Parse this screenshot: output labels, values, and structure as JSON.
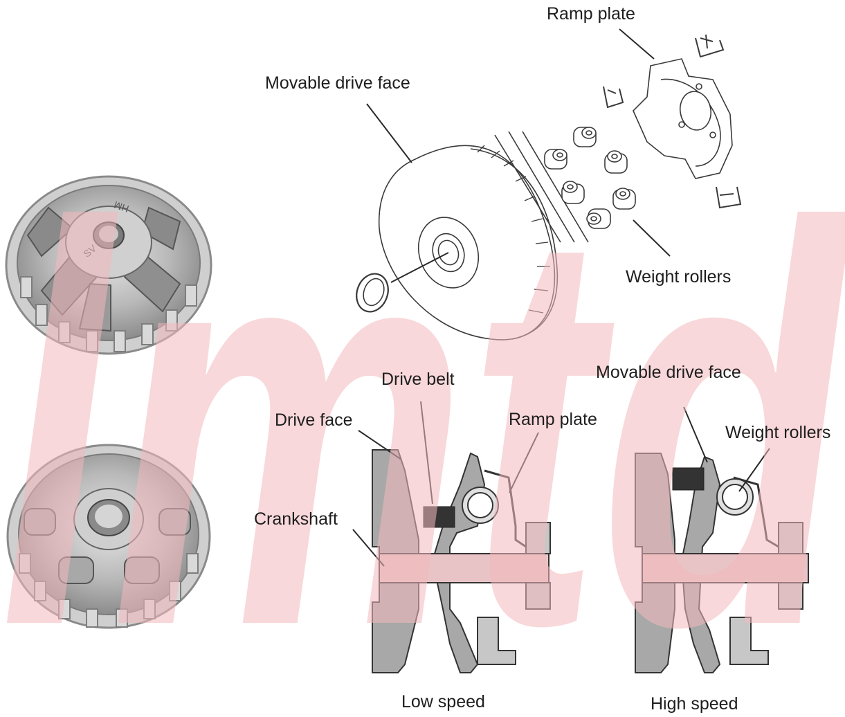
{
  "labels": {
    "ramp_plate_top": "Ramp plate",
    "movable_drive_face_top": "Movable drive face",
    "weight_rollers_top": "Weight rollers",
    "drive_belt": "Drive belt",
    "movable_drive_face_bottom": "Movable drive face",
    "drive_face": "Drive face",
    "ramp_plate_bottom": "Ramp plate",
    "weight_rollers_bottom": "Weight rollers",
    "crankshaft": "Crankshaft",
    "low_speed": "Low speed",
    "high_speed": "High speed"
  },
  "photo_markings": {
    "top_left_1": "HM",
    "top_left_2": "SV"
  },
  "watermark": {
    "text": "lmtd",
    "color": "#f2b8bc"
  },
  "colors": {
    "line": "#3a3a3a",
    "part_fill": "#a8a8a8",
    "part_fill_light": "#cfcfcf",
    "belt": "#333333",
    "shaft_tint": "#e9c4c6"
  }
}
